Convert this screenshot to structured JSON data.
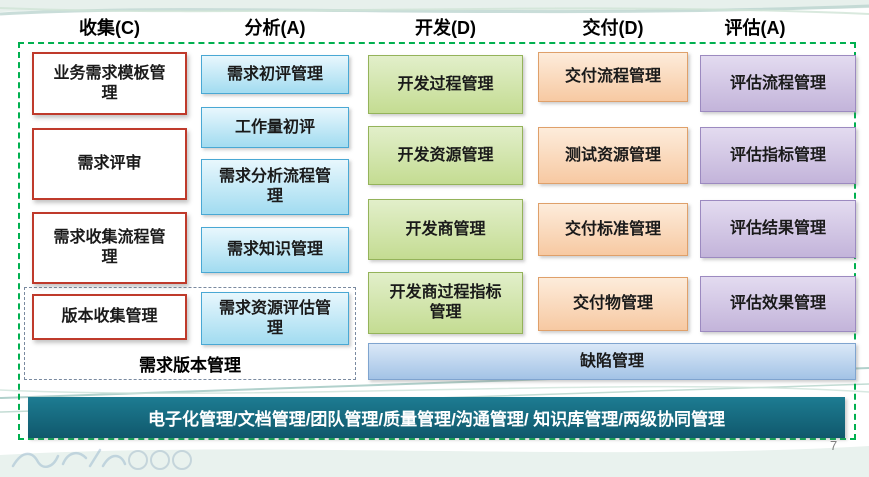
{
  "slide": {
    "page_number": "7"
  },
  "columns": [
    {
      "header": "收集(C)",
      "boxes": [
        "业务需求模板管理",
        "需求评审",
        "需求收集流程管理",
        "版本收集管理"
      ]
    },
    {
      "header": "分析(A)",
      "boxes": [
        "需求初评管理",
        "工作量初评",
        "需求分析流程管理",
        "需求知识管理",
        "需求资源评估管理"
      ]
    },
    {
      "header": "开发(D)",
      "boxes": [
        "开发过程管理",
        "开发资源管理",
        "开发商管理",
        "开发商过程指标管理"
      ]
    },
    {
      "header": "交付(D)",
      "boxes": [
        "交付流程管理",
        "测试资源管理",
        "交付标准管理",
        "交付物管理"
      ]
    },
    {
      "header": "评估(A)",
      "boxes": [
        "评估流程管理",
        "评估指标管理",
        "评估结果管理",
        "评估效果管理"
      ]
    }
  ],
  "version_group": {
    "label": "需求版本管理"
  },
  "defect_bar": {
    "label": "缺陷管理"
  },
  "footer_bar": {
    "label": "电子化管理/文档管理/团队管理/质量管理/沟通管理/ 知识库管理/两级协同管理"
  },
  "colors": {
    "frame_dashed": "#00b050",
    "collect_border": "#bf3a2b",
    "analyze_fill": "#a5ddf1",
    "develop_fill": "#c4dc92",
    "deliver_fill": "#f7c9a2",
    "evaluate_fill": "#c3b4da",
    "defect_fill": "#a3c3e6",
    "footer_fill": "#10586c",
    "footer_text": "#ffffff"
  }
}
